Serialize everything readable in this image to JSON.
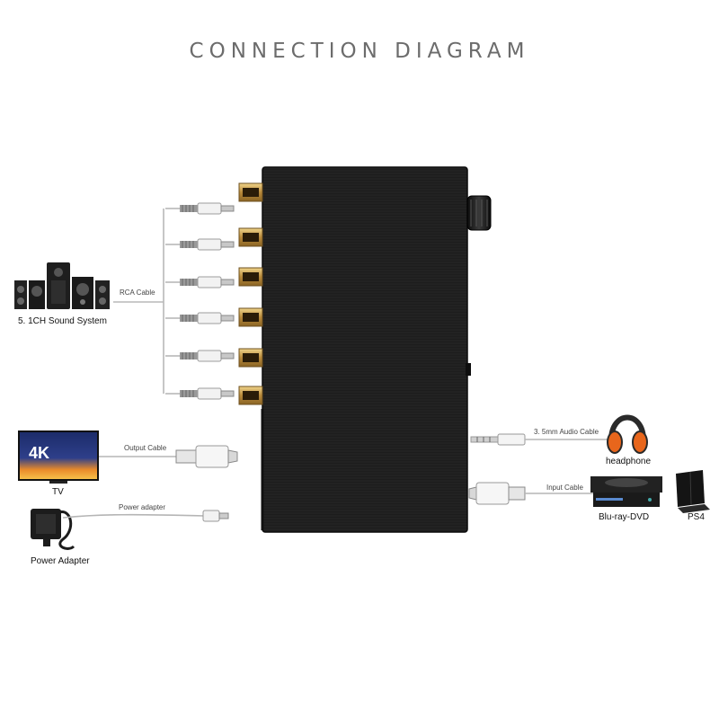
{
  "title": "CONNECTION DIAGRAM",
  "colors": {
    "device_body": "#1b1b1b",
    "cable": "#b5b5b5",
    "gold": "#c9a346",
    "headphone_orange": "#e8661c",
    "tv_screen_orange": "#f0a630",
    "background": "#ffffff",
    "title": "#6c6c6c"
  },
  "devices": {
    "sound_system": {
      "label": "5. 1CH  Sound System",
      "icon": "speaker-system-icon"
    },
    "tv": {
      "label": "TV",
      "screen_text": "4K",
      "icon": "tv-icon"
    },
    "power_adapter": {
      "label": "Power Adapter",
      "icon": "power-adapter-icon"
    },
    "headphone": {
      "label": "headphone",
      "icon": "headphone-icon"
    },
    "bluray": {
      "label": "Blu-ray-DVD",
      "icon": "bluray-player-icon"
    },
    "ps4": {
      "label": "PS4",
      "icon": "ps4-console-icon"
    }
  },
  "cables": {
    "rca": "RCA Cable",
    "output": "Output  Cable",
    "power": "Power adapter",
    "audio": "3. 5mm Audio Cable",
    "input": "Input  Cable"
  }
}
